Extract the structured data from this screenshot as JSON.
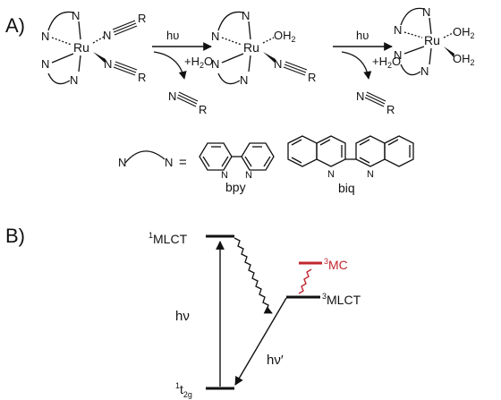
{
  "panel_a": {
    "label": "A)",
    "ru": "Ru",
    "n": "N",
    "r": "R",
    "oh2": "OH",
    "oh2_sub": "2",
    "hv": "hυ",
    "plus_water": "+H",
    "plus_water_sub": "2",
    "plus_water_end": "O",
    "legend_equals": "=",
    "bpy": "bpy",
    "biq": "biq"
  },
  "panel_b": {
    "label": "B)",
    "mlct1": "MLCT",
    "mlct1_sup": "1",
    "mlct3": "MLCT",
    "mlct3_sup": "3",
    "mc3": "MC",
    "mc3_sup": "3",
    "t2g_sup": "1",
    "t2g_main": "t",
    "t2g_sub": "2g",
    "hv": "hν",
    "hv_prime": "hν′",
    "colors": {
      "mc_level": "#c0262d",
      "text": "#111111"
    }
  }
}
